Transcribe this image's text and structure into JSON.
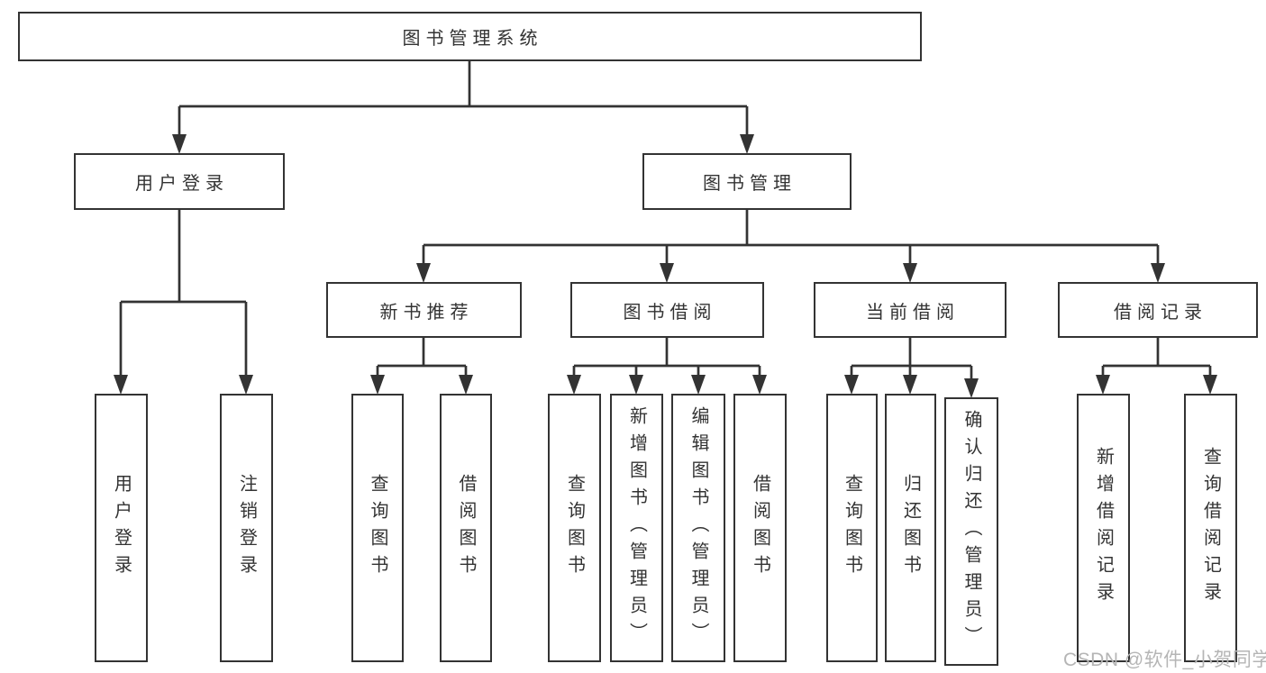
{
  "diagram": {
    "title": "图书管理系统",
    "branches": [
      {
        "label": "用户登录",
        "items": [
          "用户登录",
          "注销登录"
        ]
      },
      {
        "label": "图书管理",
        "sections": [
          {
            "label": "新书推荐",
            "items": [
              "查询图书",
              "借阅图书"
            ]
          },
          {
            "label": "图书借阅",
            "items": [
              "查询图书",
              "新增图书（管理员）",
              "编辑图书（管理员）",
              "借阅图书"
            ]
          },
          {
            "label": "当前借阅",
            "items": [
              "查询图书",
              "归还图书",
              "确认归还（管理员）"
            ]
          },
          {
            "label": "借阅记录",
            "items": [
              "新增借阅记录",
              "查询借阅记录"
            ]
          }
        ]
      }
    ]
  },
  "watermark": "CSDN @软件_小贺同学",
  "colors": {
    "line": "#333333",
    "box_border": "#333333",
    "box_background": "#ffffff",
    "text": "#333333",
    "watermark": "#b5b5b5"
  }
}
